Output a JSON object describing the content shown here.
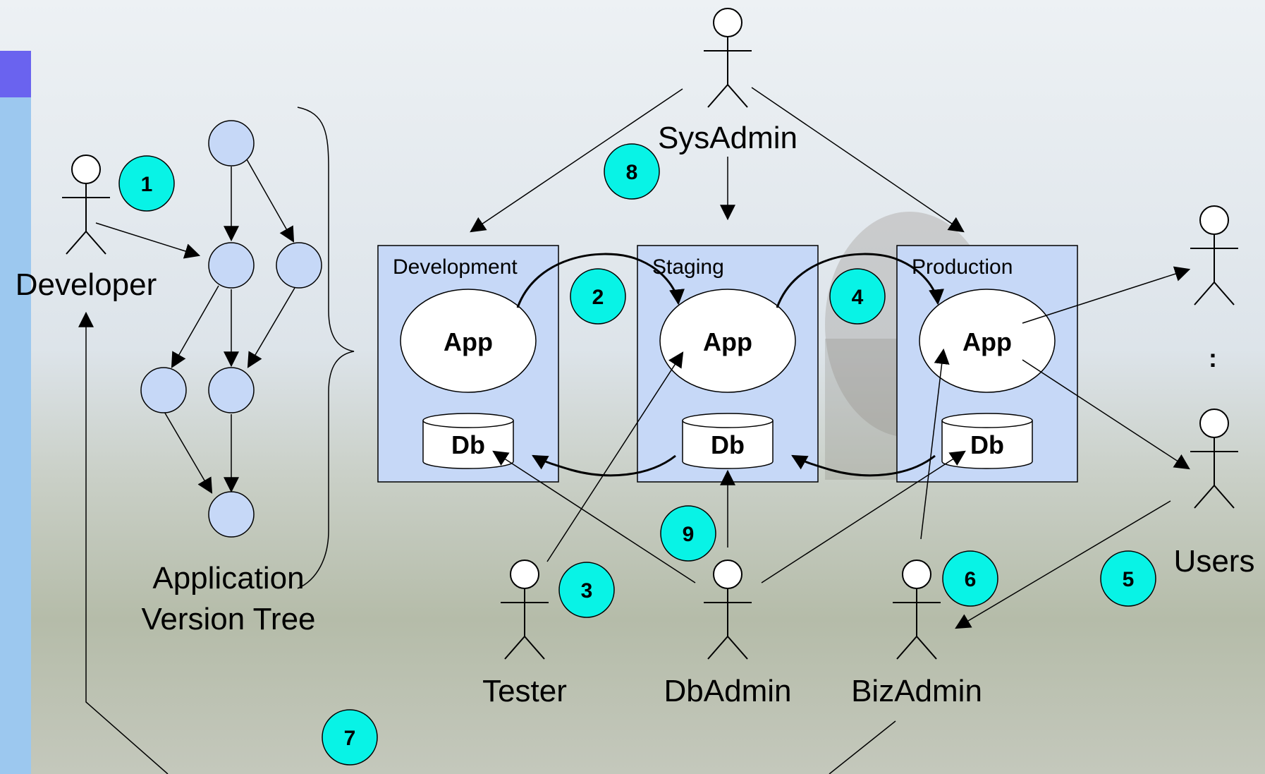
{
  "colors": {
    "sky_top": "#e8eef3",
    "sky_mid": "#d6e0e8",
    "grass": "#aeb7a6",
    "sidebar_light": "#9cc8ef",
    "sidebar_accent": "#6a63ef",
    "env_box_fill": "#c6d8f7",
    "node_fill": "#c6d8f7",
    "badge_fill": "#08f3e6",
    "stroke": "#000000"
  },
  "version_tree": {
    "label_line1": "Application",
    "label_line2": "Version Tree"
  },
  "environments": [
    {
      "name": "Development",
      "app_label": "App",
      "db_label": "Db"
    },
    {
      "name": "Staging",
      "app_label": "App",
      "db_label": "Db"
    },
    {
      "name": "Production",
      "app_label": "App",
      "db_label": "Db"
    }
  ],
  "actors": {
    "developer": "Developer",
    "sysadmin": "SysAdmin",
    "tester": "Tester",
    "dbadmin": "DbAdmin",
    "bizadmin": "BizAdmin",
    "users": "Users"
  },
  "users_ellipsis": ":",
  "badges": [
    "1",
    "2",
    "3",
    "4",
    "5",
    "6",
    "7",
    "8",
    "9"
  ]
}
